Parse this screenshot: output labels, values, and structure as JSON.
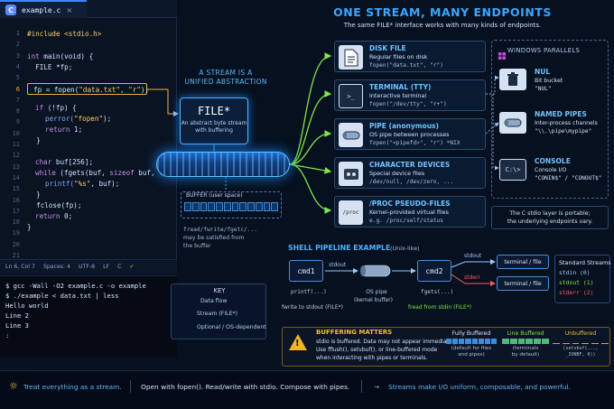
{
  "editor": {
    "tab_name": "example.c",
    "tab_icon": "C",
    "tab_close": "×",
    "line_numbers": [
      "1",
      "2",
      "3",
      "4",
      "5",
      "6",
      "7",
      "8",
      "9",
      "10",
      "11",
      "12",
      "13",
      "14",
      "15",
      "16",
      "17",
      "18",
      "19",
      "20",
      "21"
    ],
    "lines": {
      "l1": "#include <stdio.h>",
      "l3a": "int",
      "l3b": " main(void) {",
      "l4": "  FILE *fp;",
      "l6a": "fp = fopen(",
      "l6b": "\"data.txt\"",
      "l6c": ", ",
      "l6d": "\"r\"",
      "l6e": ");",
      "l8a": "if",
      "l8b": " (!fp) {",
      "l9a": "perror(",
      "l9b": "\"fopen\"",
      "l9c": ");",
      "l10a": "return",
      "l10b": " 1;",
      "l11": "  }",
      "l13a": "char",
      "l13b": " buf[256];",
      "l14a": "while",
      "l14b": " (fgets(buf, ",
      "l14c": "sizeof",
      "l14d": " buf, fp)) {",
      "l15a": "printf(",
      "l15b": "\"%s\"",
      "l15c": ", buf);",
      "l16": "  }",
      "l17": "  fclose(fp);",
      "l18a": "return",
      "l18b": " 0;",
      "l19": "}"
    },
    "status": {
      "position": "Ln 6, Col 7",
      "spaces": "Spaces: 4",
      "encoding": "UTF-8",
      "eol": "LF",
      "language": "C",
      "check": "✓"
    }
  },
  "terminal": {
    "lines": [
      "$ gcc -Wall -O2 example.c -o example",
      "$ ./example < data.txt | less",
      "Hello world",
      "Line 2",
      "Line 3",
      ":"
    ]
  },
  "center": {
    "title_line1": "A STREAM IS A",
    "title_line2": "UNIFIED ABSTRACTION",
    "file_title": "FILE*",
    "file_desc_line1": "An abstract byte stream",
    "file_desc_line2": "with buffering",
    "buffer_label": "BUFFER (user space)",
    "buffer_note_line1": "fread/fwrite/fgetc/...",
    "buffer_note_line2": "may be satisfied from",
    "buffer_note_line3": "the buffer"
  },
  "legend": {
    "title": "KEY",
    "data_flow": "Data flow",
    "stream": "Stream (FILE*)",
    "optional": "Optional / OS-dependent"
  },
  "header": {
    "title": "ONE STREAM, MANY ENDPOINTS",
    "subtitle": "The same FILE* interface works with many kinds of endpoints."
  },
  "endpoints": [
    {
      "title": "DISK FILE",
      "desc": "Regular files on disk",
      "code": "fopen(\"data.txt\", \"r\")",
      "icon": "document-icon"
    },
    {
      "title": "TERMINAL (TTY)",
      "desc": "Interactive terminal",
      "code": "fopen(\"/dev/tty\", \"r+\")",
      "icon": "terminal-icon"
    },
    {
      "title": "PIPE (anonymous)",
      "desc": "OS pipe between processes",
      "code": "fopen(\"<pipefd>\", \"r\") *NIX",
      "icon": "pipe-icon"
    },
    {
      "title": "CHARACTER DEVICES",
      "desc": "Special device files",
      "code": "/dev/null, /dev/zero, ...",
      "icon": "chip-icon"
    },
    {
      "title": "/PROC PSEUDO-FILES",
      "desc": "Kernel-provided virtual files",
      "code": "e.g. /proc/self/status",
      "icon": "proc-icon"
    }
  ],
  "endpoint_icon_text": {
    "terminal": ">_",
    "proc": "/proc"
  },
  "windows": {
    "title": "WINDOWS PARALLELS",
    "items": [
      {
        "title": "NUL",
        "desc1": "Bit bucket",
        "desc2": "\"NUL\"",
        "icon": "trash-icon"
      },
      {
        "title": "NAMED PIPES",
        "desc1": "Inter-process channels",
        "desc2": "\"\\\\.\\pipe\\mypipe\"",
        "icon": "named-pipe-icon"
      },
      {
        "title": "CONSOLE",
        "desc1": "Console I/O",
        "desc2": "\"CONIN$\" / \"CONOUT$\"",
        "icon": "console-icon"
      }
    ],
    "console_icon_text": "C:\\>",
    "note_line1": "The C stdio layer is portable;",
    "note_line2": "the underlying endpoints vary."
  },
  "pipeline": {
    "title": "SHELL PIPELINE EXAMPLE",
    "subtitle": "(Unix-like)",
    "cmd1": "cmd1",
    "cmd2": "cmd2",
    "stdout_label": "stdout",
    "stdout2_label": "stdout",
    "stderr_label": "stderr",
    "terminal_file": "terminal / file",
    "printf_label": "printf(...)",
    "write_label": "fwrite to stdout (FILE*)",
    "os_pipe_1": "OS pipe",
    "os_pipe_2": "(kernel buffer)",
    "fgets_label": "fgets(...)",
    "read_label": "fread from stdin (FILE*)",
    "std_title": "Standard Streams",
    "stdin": "stdin  (0)",
    "stdout": "stdout (1)",
    "stderr": "stderr (2)"
  },
  "buffering": {
    "title": "BUFFERING MATTERS",
    "line1": "stdio is buffered. Data may not appear immediately.",
    "line2": "Use fflush(), setvbuf(), or line-buffered mode",
    "line3": "when interacting with pipes or terminals.",
    "full_title": "Fully Buffered",
    "full_note1": "(default for files",
    "full_note2": "and pipes)",
    "line_title": "Line Buffered",
    "line_note1": "(terminals",
    "line_note2": "by default)",
    "un_title": "Unbuffered",
    "un_note": "(setvbuf(..., _IONBF, 0))"
  },
  "footer": {
    "tip": "Treat everything as a stream.",
    "middle": "Open with fopen(). Read/write with stdio. Compose with pipes.",
    "right": "Streams make I/O uniform, composable, and powerful."
  },
  "colors": {
    "accent": "#3ca6ff",
    "arrow_green": "#7ee84a",
    "highlight": "#e8b43a",
    "warning": "#f0b428",
    "stderr": "#ff5a5a"
  }
}
